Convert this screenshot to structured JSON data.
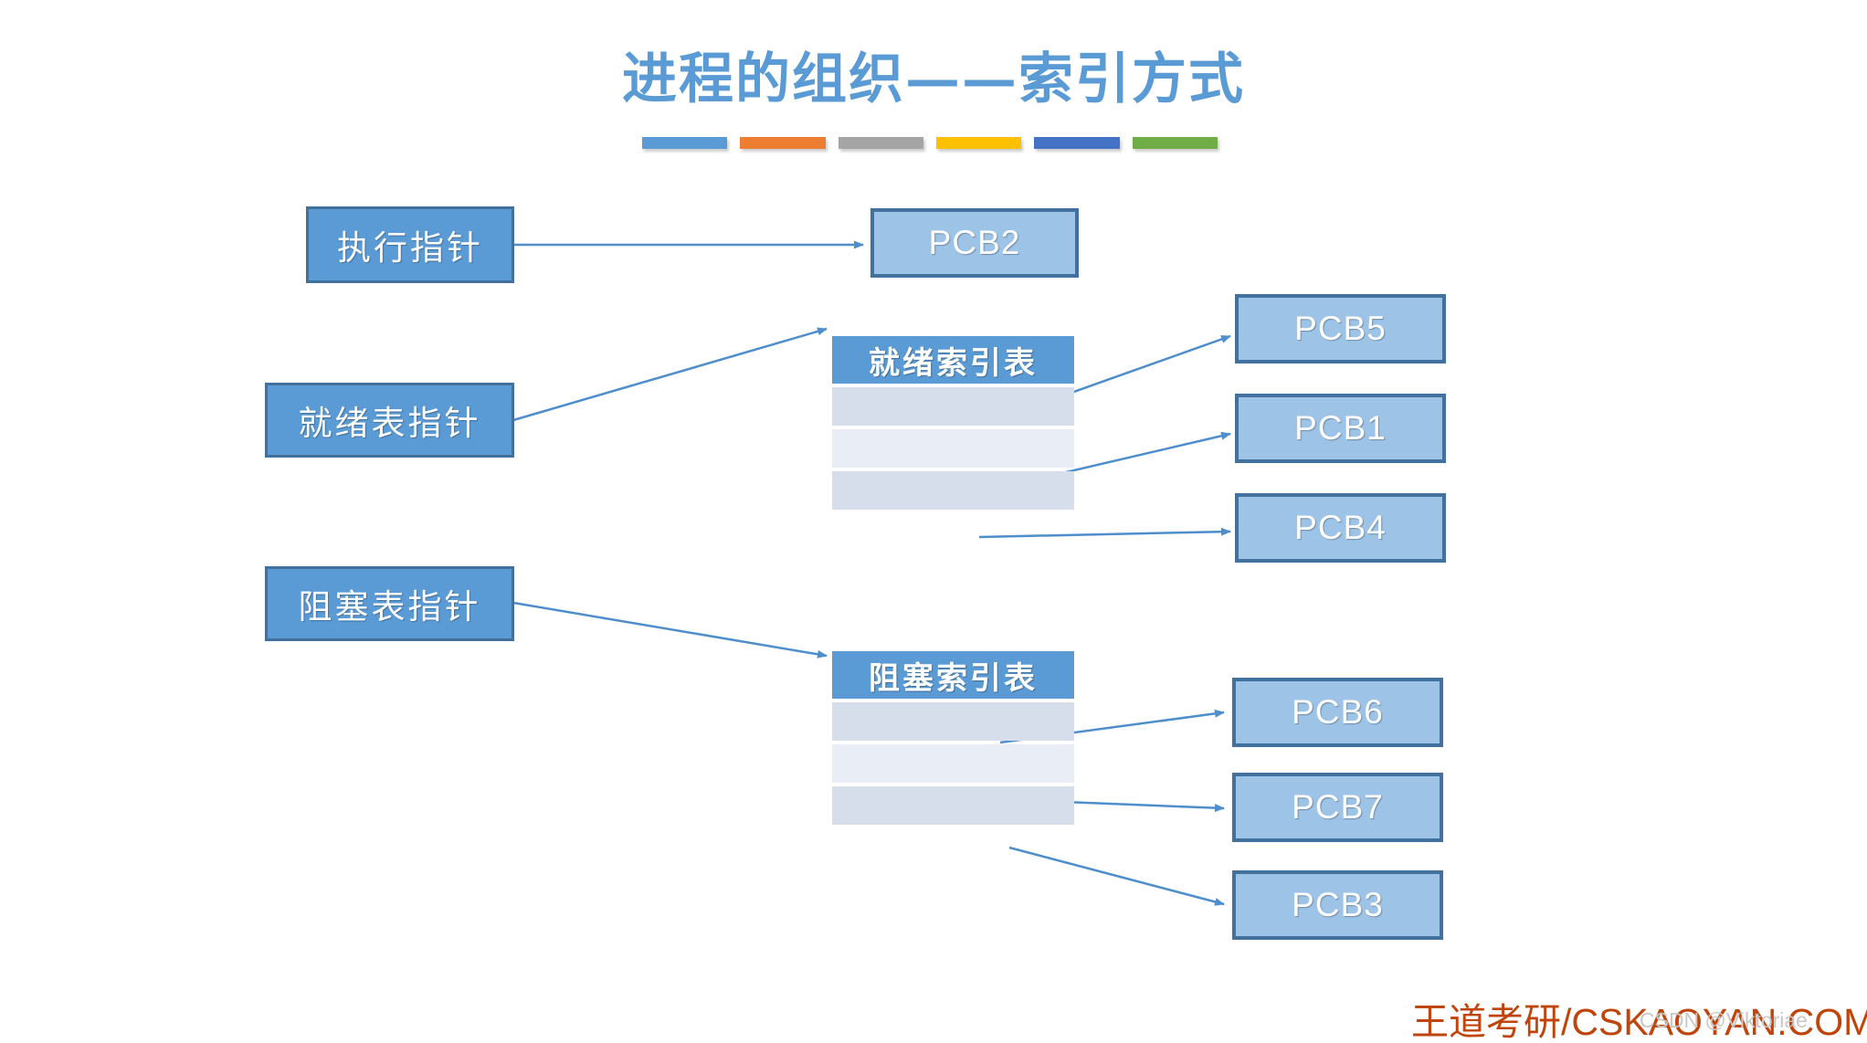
{
  "slide": {
    "title": "进程的组织——索引方式",
    "background_color": "#FFFFFF",
    "accent_color": "#5B9BD5"
  },
  "title_bars": [
    {
      "name": "bar-blue",
      "color": "#5B9BD5"
    },
    {
      "name": "bar-orange",
      "color": "#ED7D31"
    },
    {
      "name": "bar-gray",
      "color": "#A5A5A5"
    },
    {
      "name": "bar-yellow",
      "color": "#FFC000"
    },
    {
      "name": "bar-navy",
      "color": "#4472C4"
    },
    {
      "name": "bar-green",
      "color": "#70AD47"
    }
  ],
  "pointers": [
    {
      "id": "running-pointer",
      "label": "执行指针"
    },
    {
      "id": "ready-pointer",
      "label": "就绪表指针"
    },
    {
      "id": "blocked-pointer",
      "label": "阻塞表指针"
    }
  ],
  "tables": {
    "ready": {
      "header": "就绪索引表",
      "rows": [
        "",
        "",
        ""
      ]
    },
    "blocked": {
      "header": "阻塞索引表",
      "rows": [
        "",
        "",
        ""
      ]
    }
  },
  "pcbs": {
    "running": {
      "label": "PCB2"
    },
    "ready": [
      {
        "label": "PCB5"
      },
      {
        "label": "PCB1"
      },
      {
        "label": "PCB4"
      }
    ],
    "blocked": [
      {
        "label": "PCB6"
      },
      {
        "label": "PCB7"
      },
      {
        "label": "PCB3"
      }
    ]
  },
  "connectors": [
    {
      "from": "running-pointer",
      "to": "PCB2",
      "arrow": true
    },
    {
      "from": "ready-pointer",
      "to": "就绪索引表",
      "arrow": true
    },
    {
      "from": "blocked-pointer",
      "to": "阻塞索引表",
      "arrow": true
    },
    {
      "from": "ready-row-1",
      "to": "PCB5",
      "arrow": true
    },
    {
      "from": "ready-row-2",
      "to": "PCB1",
      "arrow": true
    },
    {
      "from": "ready-row-3",
      "to": "PCB4",
      "arrow": true
    },
    {
      "from": "blocked-row-1",
      "to": "PCB6",
      "arrow": true
    },
    {
      "from": "blocked-row-2",
      "to": "PCB7",
      "arrow": true
    },
    {
      "from": "blocked-row-3",
      "to": "PCB3",
      "arrow": true
    }
  ],
  "footer": {
    "brand": "王道考研/CSKAOYAN.COM",
    "brand_color": "#C0450C",
    "watermark": "CSDN @Viktoriae"
  }
}
